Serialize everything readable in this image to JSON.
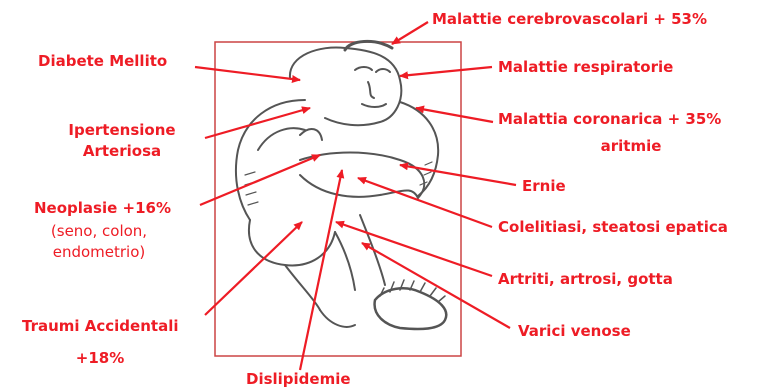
{
  "labels": {
    "cerebro": "Malattie cerebrovascolari + 53%",
    "diabete": "Diabete Mellito",
    "respiratorie": "Malattie respiratorie",
    "ipertensione_1": "Ipertensione",
    "ipertensione_2": "Arteriosa",
    "coronarica": "Malattia coronarica + 35%",
    "aritmie": "aritmie",
    "ernie": "Ernie",
    "neoplasie": "Neoplasie +16%",
    "neoplasie_sub_1": "(seno, colon,",
    "neoplasie_sub_2": "endometrio)",
    "colelitiasi": "Colelitiasi, steatosi epatica",
    "artriti": "Artriti, artrosi, gotta",
    "traumi": "Traumi Accidentali",
    "traumi_pct": "+18%",
    "varici": "Varici venose",
    "dislipidemie": "Dislipidemie"
  },
  "colors": {
    "accent": "#ee1c25",
    "sketch": "#555555"
  }
}
